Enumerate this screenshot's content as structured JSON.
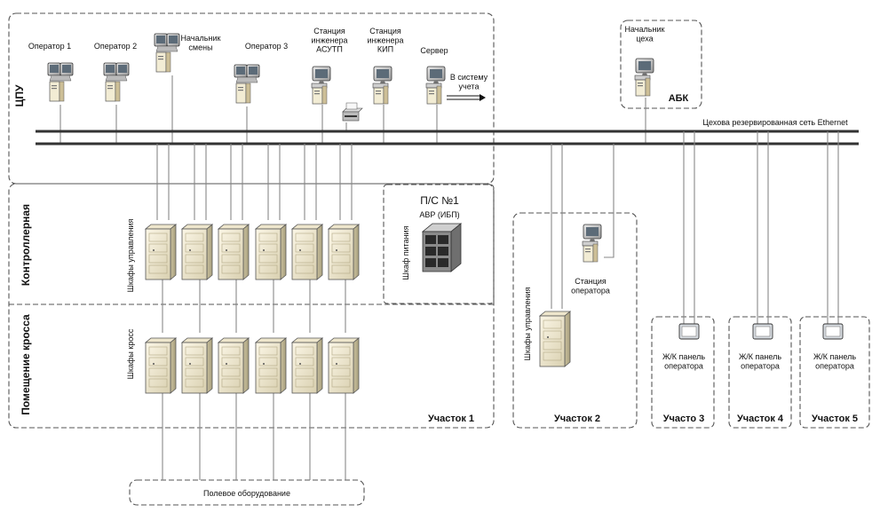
{
  "top": {
    "workstations": [
      {
        "label": "Оператор 1"
      },
      {
        "label": "Оператор 2"
      },
      {
        "label": "Начальник\nсмены"
      },
      {
        "label": "Оператор 3"
      },
      {
        "label": "Станция\nинженера\nАСУТП"
      },
      {
        "label": "Станция\nинженера\nКИП"
      },
      {
        "label": "Сервер"
      }
    ],
    "accounting_arrow_label": "В систему\nучета",
    "zone_cpu": "ЦПУ"
  },
  "abk": {
    "workstation_label": "Начальник\nцеха",
    "zone": "АБК"
  },
  "network": {
    "label": "Цехова резервированная сеть Ethernet"
  },
  "section1": {
    "controller_room": "Контроллерная",
    "cross_room": "Помещение кросса",
    "control_cabinets": "Шкафы управления",
    "cross_cabinets": "Шкафы кросс",
    "power_cabinet": "Шкаф питания",
    "substation": "П/С №1",
    "ups": "АВР (ИБП)",
    "label": "Участок 1"
  },
  "section2": {
    "control_cabinets": "Шкафы управления",
    "station": "Станция\nоператора",
    "label": "Участок 2"
  },
  "sections_small": [
    {
      "panel": "Ж/К панель\nоператора",
      "label": "Участо 3"
    },
    {
      "panel": "Ж/К панель\nоператора",
      "label": "Участок 4"
    },
    {
      "panel": "Ж/К панель\nоператора",
      "label": "Участок 5"
    }
  ],
  "field": {
    "label": "Полевое оборудование"
  }
}
